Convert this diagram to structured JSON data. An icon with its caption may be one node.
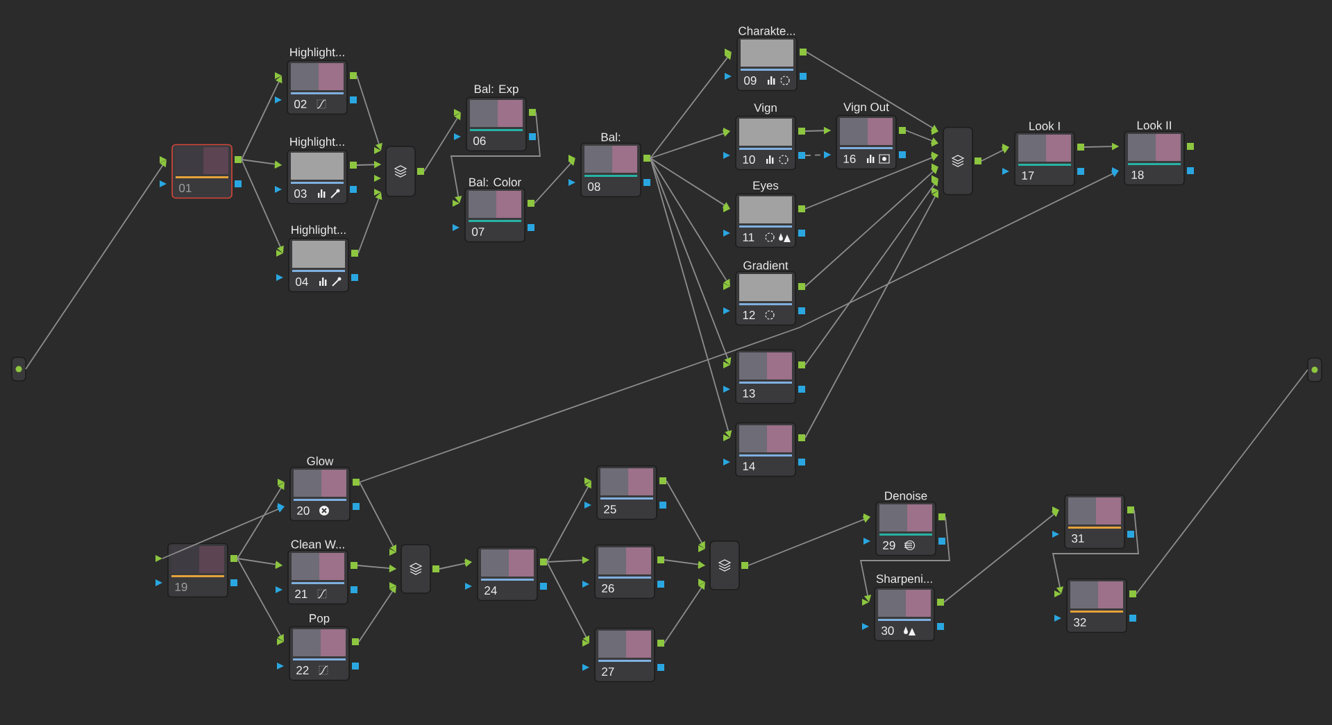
{
  "diagram": {
    "nodes": [
      {
        "text": [],
        "shape": "box"
      },
      {
        "text": [
          "01"
        ]
      },
      {
        "text": [
          "Highlight...",
          "02"
        ]
      },
      {
        "text": [
          "Highlight...",
          "03"
        ]
      },
      {
        "text": [
          "Highlight...",
          "04"
        ]
      },
      {
        "text": [],
        "shape": "box"
      },
      {
        "text": [
          "Bal: Exp",
          "06"
        ]
      },
      {
        "text": [
          "Bal: Color",
          "07"
        ]
      },
      {
        "text": [
          "Bal:",
          "08"
        ]
      },
      {
        "text": [
          "Charakte...",
          "09"
        ]
      },
      {
        "text": [
          "Vign",
          "10"
        ]
      },
      {
        "text": [
          "Vign Out",
          "16"
        ]
      },
      {
        "text": [
          "Eyes",
          "11"
        ]
      },
      {
        "text": [
          "Gradient",
          "12"
        ]
      },
      {
        "text": [
          "13"
        ]
      },
      {
        "text": [
          "14"
        ]
      },
      {
        "text": [],
        "shape": "box"
      },
      {
        "text": [
          "Look I",
          "17"
        ]
      },
      {
        "text": [
          "Look II",
          "18"
        ]
      },
      {
        "text": [],
        "shape": "box"
      },
      {
        "text": [
          "19"
        ]
      },
      {
        "text": [
          "Glow",
          "20"
        ]
      },
      {
        "text": [
          "Clean W...",
          "21"
        ]
      },
      {
        "text": [
          "Pop",
          "22"
        ]
      },
      {
        "text": [],
        "shape": "box"
      },
      {
        "text": [
          "24"
        ]
      },
      {
        "text": [
          "25"
        ]
      },
      {
        "text": [
          "26"
        ]
      },
      {
        "text": [
          "27"
        ]
      },
      {
        "text": [],
        "shape": "box"
      },
      {
        "text": [
          "Denoise",
          "29"
        ]
      },
      {
        "text": [
          "Sharpeni...",
          "30"
        ]
      },
      {
        "text": [
          "31"
        ]
      },
      {
        "text": [
          "32"
        ]
      }
    ],
    "edges": [
      {
        "from": 0,
        "to": 1,
        "arrow": "to"
      },
      {
        "from": 1,
        "to": 2,
        "arrow": "to"
      },
      {
        "from": 1,
        "to": 3,
        "arrow": "to"
      },
      {
        "from": 1,
        "to": 4,
        "arrow": "to"
      },
      {
        "from": 2,
        "to": 5,
        "arrow": "to"
      },
      {
        "from": 3,
        "to": 5,
        "arrow": "to"
      },
      {
        "from": 4,
        "to": 5,
        "arrow": "to"
      },
      {
        "from": 5,
        "to": 6,
        "arrow": "to"
      },
      {
        "from": 6,
        "to": 7,
        "arrow": "to"
      },
      {
        "from": 7,
        "to": 8,
        "arrow": "to"
      },
      {
        "from": 8,
        "to": 9,
        "arrow": "to"
      },
      {
        "from": 8,
        "to": 10,
        "arrow": "to"
      },
      {
        "from": 8,
        "to": 12,
        "arrow": "to"
      },
      {
        "from": 8,
        "to": 13,
        "arrow": "to"
      },
      {
        "from": 8,
        "to": 14,
        "arrow": "to"
      },
      {
        "from": 8,
        "to": 15,
        "arrow": "to"
      },
      {
        "from": 9,
        "to": 16,
        "arrow": "to"
      },
      {
        "from": 10,
        "to": 11,
        "arrow": "to"
      },
      {
        "from": 10,
        "to": 11,
        "arrow": "to",
        "style": "dashed"
      },
      {
        "from": 11,
        "to": 16,
        "arrow": "to"
      },
      {
        "from": 12,
        "to": 16,
        "arrow": "to"
      },
      {
        "from": 13,
        "to": 16,
        "arrow": "to"
      },
      {
        "from": 14,
        "to": 16,
        "arrow": "to"
      },
      {
        "from": 15,
        "to": 16,
        "arrow": "to"
      },
      {
        "from": 16,
        "to": 17,
        "arrow": "to"
      },
      {
        "from": 17,
        "to": 18,
        "arrow": "to"
      },
      {
        "from": 21,
        "to": 18,
        "arrow": "to"
      },
      {
        "from": 20,
        "to": 21,
        "arrow": "to"
      },
      {
        "from": 20,
        "to": 21,
        "arrow": "to"
      },
      {
        "from": 20,
        "to": 22,
        "arrow": "to"
      },
      {
        "from": 20,
        "to": 23,
        "arrow": "to"
      },
      {
        "from": 21,
        "to": 24,
        "arrow": "to"
      },
      {
        "from": 22,
        "to": 24,
        "arrow": "to"
      },
      {
        "from": 23,
        "to": 24,
        "arrow": "to"
      },
      {
        "from": 24,
        "to": 25,
        "arrow": "to"
      },
      {
        "from": 25,
        "to": 26,
        "arrow": "to"
      },
      {
        "from": 25,
        "to": 27,
        "arrow": "to"
      },
      {
        "from": 25,
        "to": 28,
        "arrow": "to"
      },
      {
        "from": 26,
        "to": 29,
        "arrow": "to"
      },
      {
        "from": 27,
        "to": 29,
        "arrow": "to"
      },
      {
        "from": 28,
        "to": 29,
        "arrow": "to"
      },
      {
        "from": 29,
        "to": 30,
        "arrow": "to"
      },
      {
        "from": 30,
        "to": 31,
        "arrow": "to"
      },
      {
        "from": 31,
        "to": 32,
        "arrow": "to"
      },
      {
        "from": 32,
        "to": 33,
        "arrow": "to"
      },
      {
        "from": 33,
        "to": 19,
        "arrow": "none"
      }
    ]
  }
}
